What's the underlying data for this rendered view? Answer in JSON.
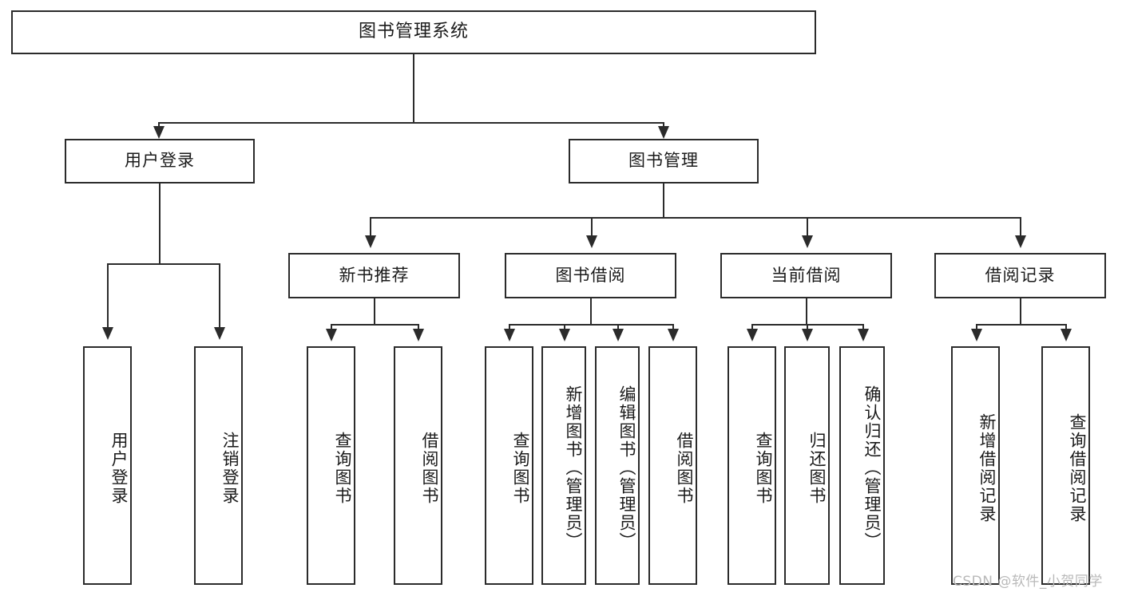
{
  "diagram": {
    "type": "tree",
    "title": "图书管理系统",
    "watermark": "CSDN @软件_小贺同学",
    "colors": {
      "line": "#2b2b2b",
      "box_fill": "#ffffff",
      "text": "#1a1a1a",
      "watermark": "#b9b9b9",
      "background": "#ffffff"
    },
    "nodes": {
      "root": {
        "label": "图书管理系统"
      },
      "level1": [
        {
          "label": "用户登录"
        },
        {
          "label": "图书管理"
        }
      ],
      "level2": [
        {
          "label": "新书推荐"
        },
        {
          "label": "图书借阅"
        },
        {
          "label": "当前借阅"
        },
        {
          "label": "借阅记录"
        }
      ],
      "leaves": {
        "user_login": [
          {
            "label": "用户登录"
          },
          {
            "label": "注销登录"
          }
        ],
        "new_book_recommend": [
          {
            "label": "查询图书"
          },
          {
            "label": "借阅图书"
          }
        ],
        "book_borrow": [
          {
            "label": "查询图书"
          },
          {
            "label": "新增图书（管理员）"
          },
          {
            "label": "编辑图书（管理员）"
          },
          {
            "label": "借阅图书"
          }
        ],
        "current_borrow": [
          {
            "label": "查询图书"
          },
          {
            "label": "归还图书"
          },
          {
            "label": "确认归还（管理员）"
          }
        ],
        "borrow_record": [
          {
            "label": "新增借阅记录"
          },
          {
            "label": "查询借阅记录"
          }
        ]
      }
    }
  }
}
